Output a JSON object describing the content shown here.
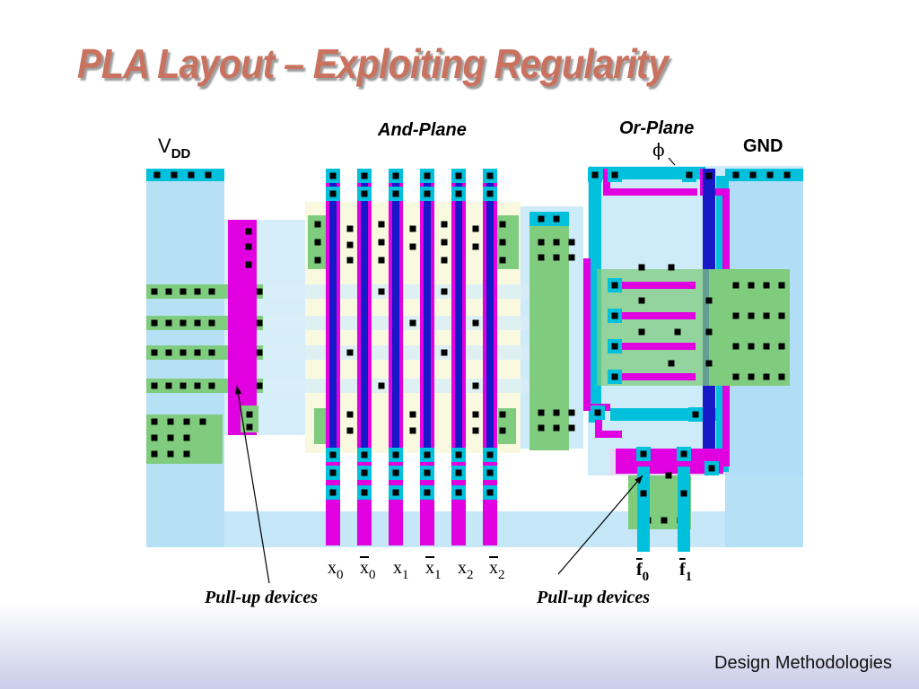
{
  "slide": {
    "title": "PLA Layout – Exploiting Regularity",
    "footer": "Design Methodologies"
  },
  "labels": {
    "and_plane": "And-Plane",
    "or_plane": "Or-Plane",
    "vdd_main": "V",
    "vdd_sub": "DD",
    "gnd": "GND",
    "phi": "ϕ",
    "pullup_left": "Pull-up devices",
    "pullup_right": "Pull-up devices"
  },
  "inputs": [
    {
      "base": "x",
      "sub": "0",
      "bar": false
    },
    {
      "base": "x",
      "sub": "0",
      "bar": true
    },
    {
      "base": "x",
      "sub": "1",
      "bar": false
    },
    {
      "base": "x",
      "sub": "1",
      "bar": true
    },
    {
      "base": "x",
      "sub": "2",
      "bar": false
    },
    {
      "base": "x",
      "sub": "2",
      "bar": true
    }
  ],
  "outputs": [
    {
      "base": "f",
      "sub": "0"
    },
    {
      "base": "f",
      "sub": "1"
    }
  ],
  "colors": {
    "title": "#c8725f",
    "diffusion": "#7fcc7f",
    "poly": "#e000e0",
    "metal1": "#1818c8",
    "metal2": "#00c0dc",
    "well": "#aeddf5",
    "contact": "#000000"
  }
}
